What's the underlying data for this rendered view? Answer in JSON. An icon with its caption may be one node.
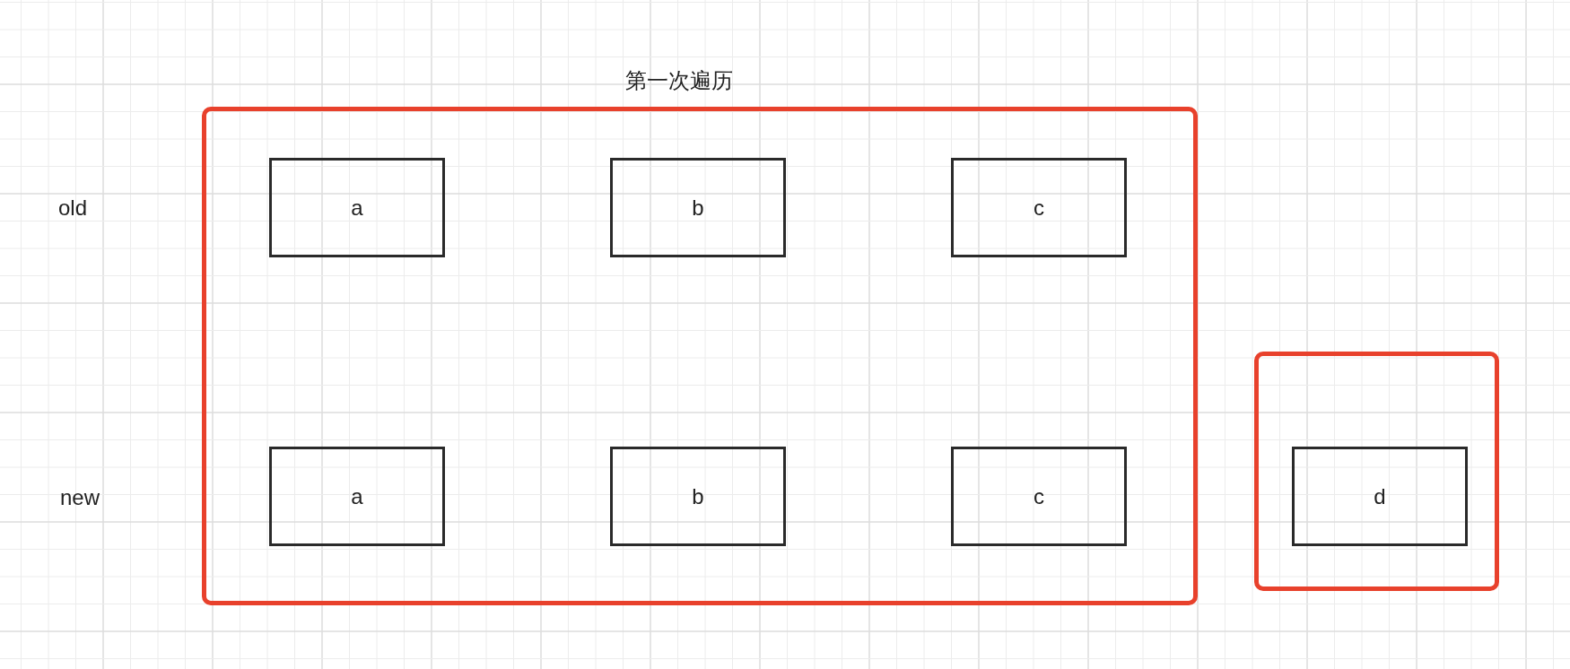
{
  "diagram": {
    "nodes": [
      {
        "text": [
          "第一次遍历"
        ]
      },
      {
        "text": [
          "a"
        ],
        "in": 0
      },
      {
        "text": [
          "b"
        ],
        "in": 0
      },
      {
        "text": [
          "c"
        ],
        "in": 0
      },
      {
        "text": [
          "a"
        ],
        "in": 0
      },
      {
        "text": [
          "b"
        ],
        "in": 0
      },
      {
        "text": [
          "c"
        ],
        "in": 0
      },
      {
        "text": [],
        "shape": "box"
      },
      {
        "text": [
          "d"
        ],
        "in": 7
      }
    ],
    "labels": [
      "old",
      "new"
    ]
  }
}
